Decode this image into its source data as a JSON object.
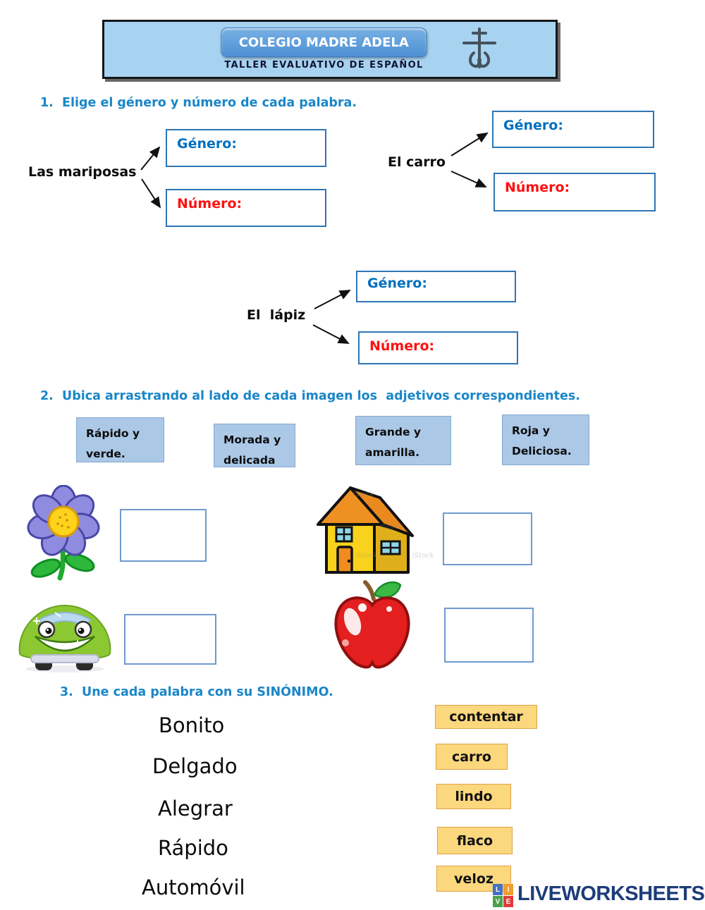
{
  "header": {
    "school_name": "COLEGIO MADRE ADELA",
    "subtitle": "TALLER EVALUATIVO DE ESPAÑOL"
  },
  "section1": {
    "title": "1.  Elige el género y número de cada palabra.",
    "genero_label": "Género:",
    "numero_label": "Número:",
    "words": [
      "Las mariposas",
      "El carro",
      "El  lápiz"
    ]
  },
  "section2": {
    "title": "2.  Ubica arrastrando al lado de cada imagen los  adjetivos correspondientes.",
    "chips": [
      {
        "line1": "Rápido y",
        "line2": "verde."
      },
      {
        "line1": "Morada y",
        "line2": "delicada"
      },
      {
        "line1": "Grande y",
        "line2": "amarilla."
      },
      {
        "line1": "Roja y",
        "line2": "Deliciosa."
      }
    ],
    "images": [
      "flower",
      "house",
      "car",
      "apple"
    ],
    "watermark": "iStock"
  },
  "section3": {
    "title": "3.  Une cada palabra con su SINÓNIMO.",
    "words": [
      "Bonito",
      "Delgado",
      "Alegrar",
      "Rápido",
      "Automóvil"
    ],
    "synonyms": [
      "contentar",
      "carro",
      "lindo",
      "flaco",
      "veloz"
    ]
  },
  "footer": {
    "brand": "LIVEWORKSHEETS",
    "logo_letters": [
      "L",
      "I",
      "V",
      "E"
    ]
  },
  "colors": {
    "title_blue": "#1a86c8",
    "genero_blue": "#0070c0",
    "numero_red": "#fe1010",
    "banner_bg": "#a7d2f0",
    "button_blue": "#4d90d4",
    "chip_blue_bg": "#abc8e7",
    "chip_yellow_bg": "#fbd77e",
    "box_border_blue": "#2e75b6",
    "brand_navy": "#1d3c78"
  }
}
